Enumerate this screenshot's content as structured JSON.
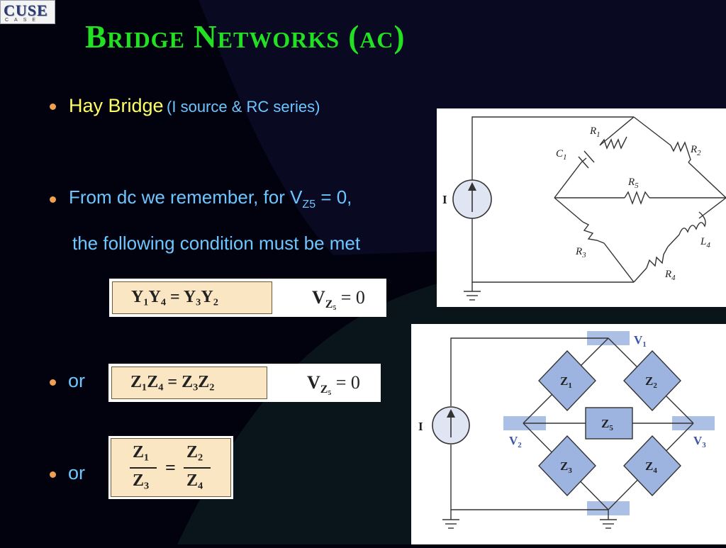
{
  "logo": {
    "text": "CUSE",
    "subtext": "CASE"
  },
  "title": "Bridge Networks (ac)",
  "bullets": [
    {
      "main": "Hay Bridge",
      "paren": "(I source & RC series)"
    },
    {
      "line1_prefix": "From dc we remember, for V",
      "line1_sub": "Z5",
      "line1_suffix": " = 0,",
      "line2": "the following condition must be met"
    },
    {
      "text": "or"
    },
    {
      "text": "or"
    }
  ],
  "formulas": {
    "f1_lhs": "Y₁Y₄ = Y₃Y₂",
    "f1_rhs_v": "V",
    "f1_rhs_sub": "Z₅",
    "f1_rhs_val": "= 0",
    "f2_lhs": "Z₁Z₄ = Z₃Z₂",
    "f2_rhs_v": "V",
    "f2_rhs_sub": "Z₅",
    "f2_rhs_val": "= 0",
    "f3_num1": "Z₁",
    "f3_den1": "Z₃",
    "f3_eq": "=",
    "f3_num2": "Z₂",
    "f3_den2": "Z₄"
  },
  "circuit1": {
    "source_label": "I",
    "labels": {
      "r1": "R",
      "r1s": "1",
      "r2": "R",
      "r2s": "2",
      "c1": "C",
      "c1s": "1",
      "r5": "R",
      "r5s": "5",
      "l4": "L",
      "l4s": "4",
      "r3": "R",
      "r3s": "3",
      "r4": "R",
      "r4s": "4"
    }
  },
  "circuit2": {
    "source_label": "I",
    "z1": "Z",
    "z1s": "1",
    "z2": "Z",
    "z2s": "2",
    "z3": "Z",
    "z3s": "3",
    "z4": "Z",
    "z4s": "4",
    "z5": "Z",
    "z5s": "5",
    "v1": "V",
    "v1s": "1",
    "v2": "V",
    "v2s": "2",
    "v3": "V",
    "v3s": "3"
  },
  "colors": {
    "title": "#22e022",
    "bullet": "#f0a050",
    "yellow": "#ffff66",
    "blue": "#6ec6ff",
    "formula_bg": "#fbe6c4",
    "node_blue": "#9db4e0"
  }
}
